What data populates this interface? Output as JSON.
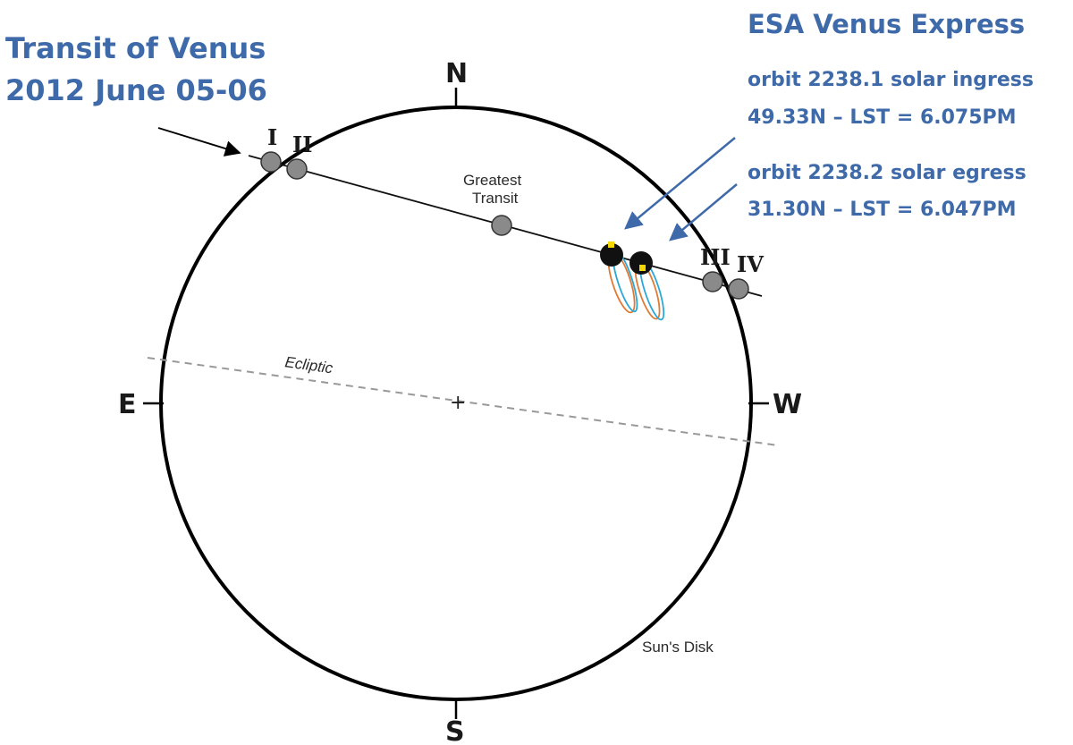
{
  "left_title": {
    "line1": "Transit of Venus",
    "line2": "2012 June 05-06"
  },
  "right_title": {
    "heading": "ESA Venus Express",
    "ingress_line1": "orbit 2238.1 solar ingress",
    "ingress_line2": "49.33N – LST = 6.075PM",
    "egress_line1": "orbit 2238.2 solar egress",
    "egress_line2": "31.30N – LST = 6.047PM"
  },
  "compass": {
    "north": "N",
    "south": "S",
    "east": "E",
    "west": "W"
  },
  "contacts": {
    "c1": "I",
    "c2": "II",
    "c3": "III",
    "c4": "IV"
  },
  "labels": {
    "greatest_line1": "Greatest",
    "greatest_line2": "Transit",
    "ecliptic": "Ecliptic",
    "center_mark": "+",
    "suns_disk": "Sun's Disk"
  },
  "colors": {
    "title_blue": "#3f6aa9",
    "venus_gray": "#8a8a8a",
    "orbit_orange": "#e07b35",
    "orbit_cyan": "#2aa7d8",
    "marker_yellow": "#f5d800"
  }
}
